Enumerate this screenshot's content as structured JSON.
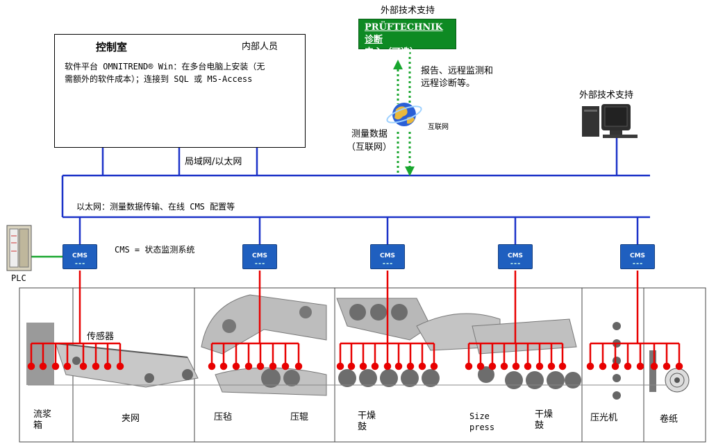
{
  "colors": {
    "network": "#1b32c8",
    "sensor": "#e80000",
    "green": "#0e8a23",
    "cms": "#1f5fbf"
  },
  "control_room": {
    "title": "控制室",
    "internal_staff": "内部人员",
    "software_line1": "软件平台 OMNITREND® Win：在多台电脑上安装（无",
    "software_line2": "需额外的软件成本）；连接到 SQL 或 MS-Access"
  },
  "external_top": {
    "label": "外部技术支持",
    "box_line1": "PRÜFTECHNIK 诊断",
    "box_line2": "中心（可选）"
  },
  "report_note": {
    "line1": "报告、远程监测和",
    "line2": "远程诊断等。"
  },
  "internet_label": "互联网",
  "measurement_data": {
    "line1": "测量数据",
    "line2": "（互联网）"
  },
  "external_right": "外部技术支持",
  "lan_label": "局域网/以太网",
  "ethernet_label": "以太网：测量数据传输、在线 CMS 配置等",
  "cms_def": "CMS = 状态监测系统",
  "plc_label": "PLC",
  "cms_label": "CMS",
  "sensor_label": "传感器",
  "sections": [
    {
      "line1": "流浆",
      "line2": "箱"
    },
    {
      "line1": "夹网",
      "line2": ""
    },
    {
      "line1": "压毡",
      "line2": ""
    },
    {
      "line1": "压辊",
      "line2": ""
    },
    {
      "line1": "干燥",
      "line2": "鼓"
    },
    {
      "line1": "Size",
      "line2": "press"
    },
    {
      "line1": "干燥",
      "line2": "鼓"
    },
    {
      "line1": "压光机",
      "line2": ""
    },
    {
      "line1": "卷纸",
      "line2": ""
    }
  ]
}
